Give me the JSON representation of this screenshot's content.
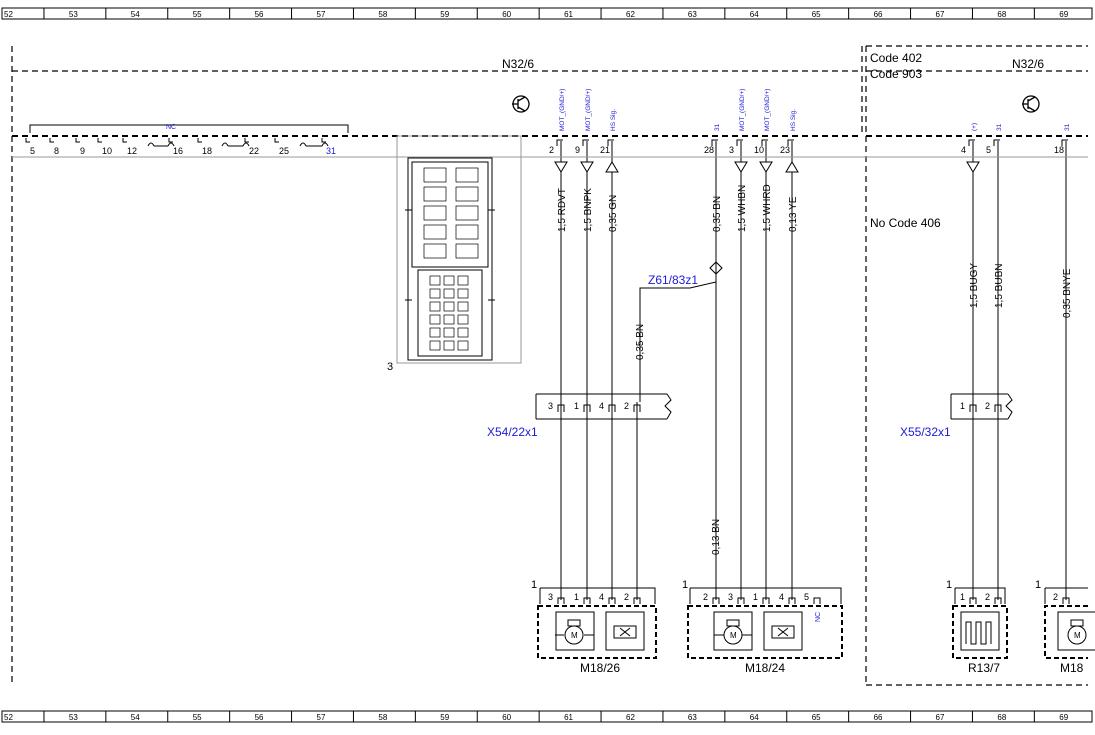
{
  "grid": {
    "top": [
      "52",
      "53",
      "54",
      "55",
      "56",
      "57",
      "58",
      "59",
      "60",
      "61",
      "62",
      "63",
      "64",
      "65",
      "66",
      "67",
      "68",
      "69"
    ],
    "bottom": [
      "52",
      "53",
      "54",
      "55",
      "56",
      "57",
      "58",
      "59",
      "60",
      "61",
      "62",
      "63",
      "64",
      "65",
      "66",
      "67",
      "68",
      "69"
    ]
  },
  "modules": {
    "left_name": "N32/6",
    "right_name": "N32/6",
    "code_402": "Code 402",
    "code_903": "Code 903",
    "no_code_406": "No Code 406",
    "nc_label": "NC",
    "connector_ref": "3"
  },
  "pin_strip": [
    "5",
    "8",
    "9",
    "10",
    "12",
    "16",
    "18",
    "22",
    "25",
    "31"
  ],
  "left_signals": [
    {
      "sig": "MOT_(GND/+)",
      "pin": "2",
      "wire": "1,5 RDVT"
    },
    {
      "sig": "MOT_(GND/+)",
      "pin": "9",
      "wire": "1,5 BNPK"
    },
    {
      "sig": "HS Sig.",
      "pin": "21",
      "wire": "0,35 GN"
    }
  ],
  "mid_signals": [
    {
      "sig": "31",
      "pin": "28",
      "wire": "0,35 BN"
    },
    {
      "sig": "MOT_(GND/+)",
      "pin": "3",
      "wire": "1,5 WHBN"
    },
    {
      "sig": "MOT_(GND/+)",
      "pin": "10",
      "wire": "1,5 WHRD"
    },
    {
      "sig": "HS Sig.",
      "pin": "23",
      "wire": "0,13 YE"
    }
  ],
  "right_signals": [
    {
      "sig": "(+)",
      "pin": "4",
      "wire": "1,5 BUGY"
    },
    {
      "sig": "31",
      "pin": "5",
      "wire": "1,5 BUBN"
    },
    {
      "sig": "31",
      "pin": "18",
      "wire": "0,35 BNYE"
    }
  ],
  "splice": {
    "name": "Z61/83z1",
    "wire_down": "0,35 BN",
    "wire_low": "0,13 BN"
  },
  "connectors": {
    "x54": {
      "name": "X54/22x1",
      "pins": [
        "3",
        "1",
        "4",
        "2"
      ]
    },
    "x55": {
      "name": "X55/32x1",
      "pins": [
        "1",
        "2"
      ]
    }
  },
  "components": {
    "m18_26": {
      "name": "M18/26",
      "ref": "1",
      "pins": [
        "3",
        "1",
        "4",
        "2"
      ]
    },
    "m18_24": {
      "name": "M18/24",
      "ref": "1",
      "pins": [
        "2",
        "3",
        "1",
        "4",
        "5"
      ],
      "nc": "NC"
    },
    "r13_7": {
      "name": "R13/7",
      "ref": "1",
      "pins": [
        "1",
        "2"
      ]
    },
    "m18_x": {
      "name": "M18",
      "ref": "1",
      "pins": [
        "2"
      ]
    }
  }
}
